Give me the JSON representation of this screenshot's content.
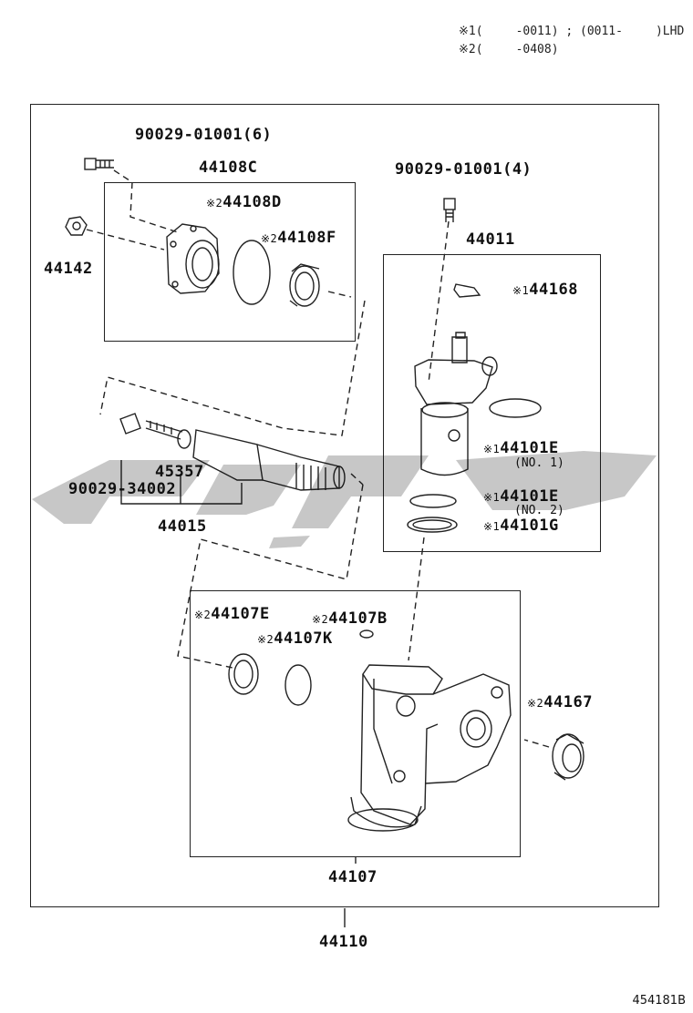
{
  "notes": {
    "note1_mark": "※1",
    "note1_left": "(",
    "note1_range": "-0011) ; (0011-",
    "note1_tail": ")LHD",
    "note2_mark": "※2",
    "note2_left": "(",
    "note2_range": "-0408)"
  },
  "parts": {
    "bolt_top_left": "90029-01001(6)",
    "p44108C": "44108C",
    "p44108D_mark": "※2",
    "p44108D": "44108D",
    "p44108F_mark": "※2",
    "p44108F": "44108F",
    "p44142": "44142",
    "bolt_top_right": "90029-01001(4)",
    "p44011": "44011",
    "p44168_mark": "※1",
    "p44168": "44168",
    "p44101E1_mark": "※1",
    "p44101E1": "44101E",
    "p44101E1_sub": "(NO. 1)",
    "p44101E2_mark": "※1",
    "p44101E2": "44101E",
    "p44101E2_sub": "(NO. 2)",
    "p44101G_mark": "※1",
    "p44101G": "44101G",
    "p45357": "45357",
    "p90029_34002": "90029-34002",
    "p44015": "44015",
    "p44107E_mark": "※2",
    "p44107E": "44107E",
    "p44107B_mark": "※2",
    "p44107B": "44107B",
    "p44107K_mark": "※2",
    "p44107K": "44107K",
    "p44167_mark": "※2",
    "p44167": "44167",
    "p44107": "44107",
    "p44110": "44110"
  },
  "figure_number": "454181B"
}
